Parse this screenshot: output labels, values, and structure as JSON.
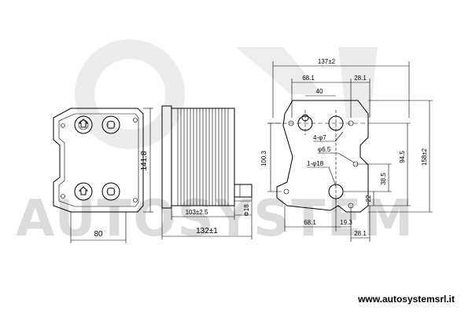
{
  "watermark": {
    "brand": "AUTOSYSTEM"
  },
  "footer": {
    "website": "www.autosystemsrl.it"
  },
  "left_view": {
    "height": "141.8",
    "width": "80"
  },
  "side_view": {
    "length_inner": "103±2.5",
    "length_total": "132±1",
    "pipe_dia": "Φ18"
  },
  "right_view": {
    "overall_width": "137±2",
    "top_left": "68.1",
    "top_right": "28.1",
    "bolt_spacing": "40",
    "holes_note": "4-φ7",
    "small_hole": "φ6.5",
    "port_note": "1-φ18",
    "left_height": "100.3",
    "right_height": "94.5",
    "overall_height": "158±2",
    "h_38": "38.5",
    "h_22": "22",
    "bottom_left": "68.1",
    "bottom_mid": "19.3",
    "bottom_right": "28.1"
  }
}
